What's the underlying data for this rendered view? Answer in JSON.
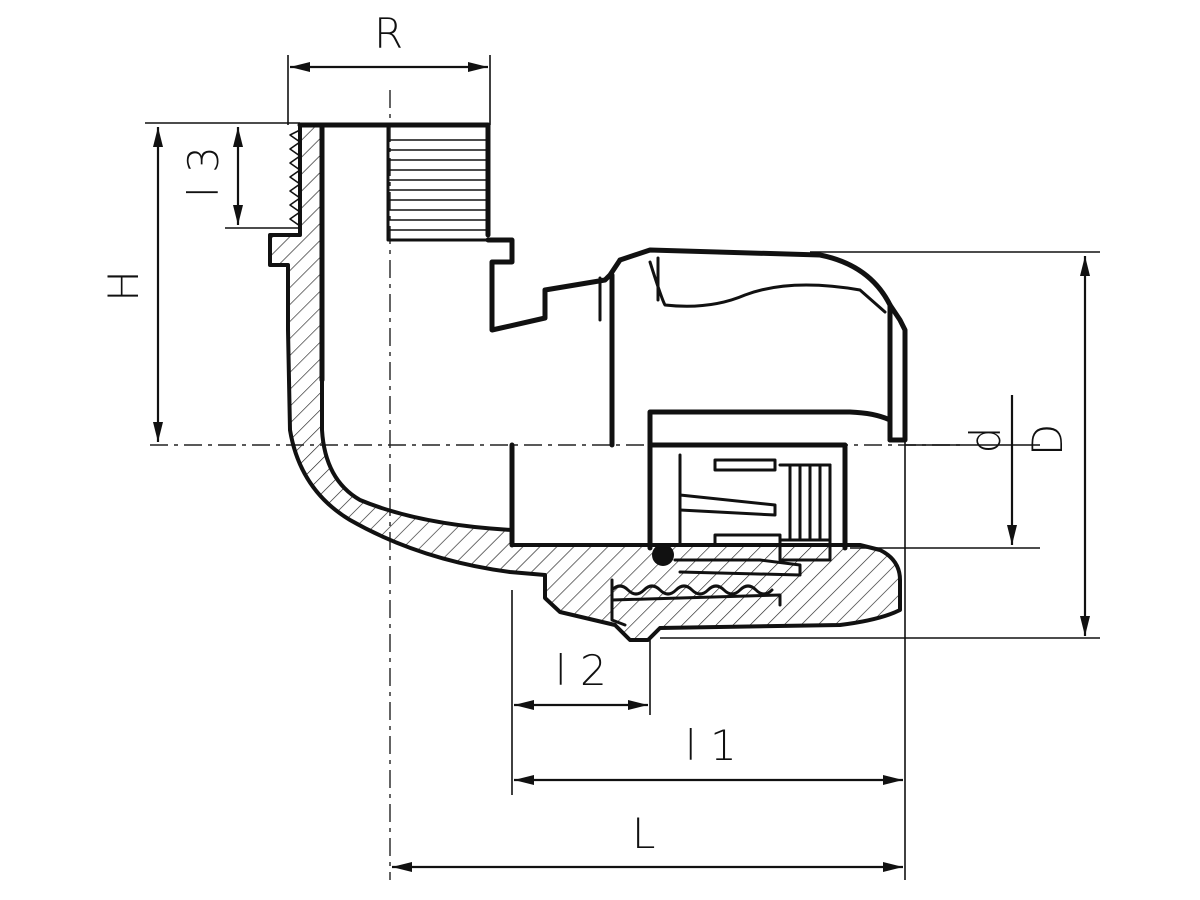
{
  "labels": {
    "R": "R",
    "H": "H",
    "l3": "l 3",
    "d": "d",
    "D": "D",
    "l2": "l 2",
    "l1": "l 1",
    "L": "L"
  },
  "colors": {
    "line": "#111111",
    "background": "#ffffff"
  }
}
